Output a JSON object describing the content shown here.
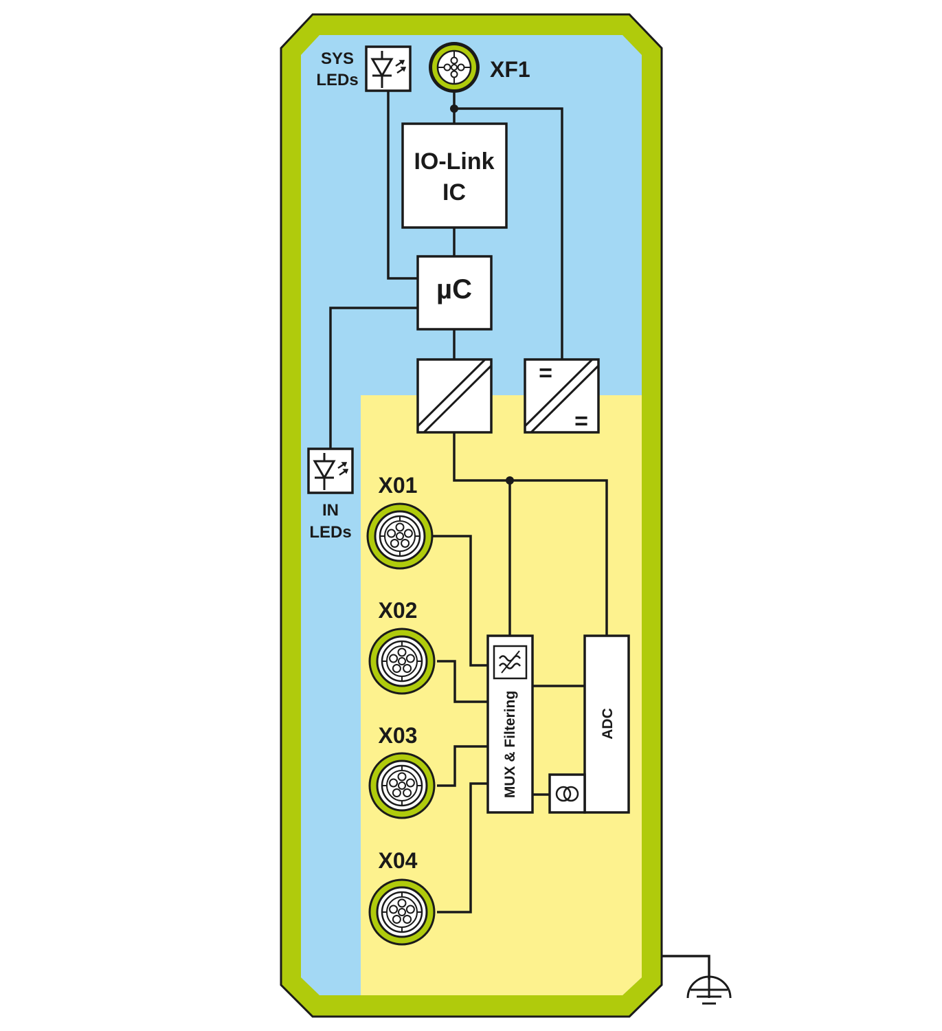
{
  "colors": {
    "housing": "#b0cb0c",
    "io_link_zone": "#a3d8f4",
    "analog_zone": "#fdf28e",
    "line": "#1a1a1a",
    "block_fill": "#ffffff"
  },
  "connectors": {
    "xf1": "XF1",
    "x01": "X01",
    "x02": "X02",
    "x03": "X03",
    "x04": "X04"
  },
  "blocks": {
    "io_link_ic_line1": "IO-Link",
    "io_link_ic_line2": "IC",
    "microcontroller": "µC",
    "mux_filtering": "MUX & Filtering",
    "adc": "ADC",
    "dc_dc_in": "=",
    "dc_dc_out": "="
  },
  "leds": {
    "sys_line1": "SYS",
    "sys_line2": "LEDs",
    "in_line1": "IN",
    "in_line2": "LEDs"
  },
  "icons": {
    "led": "led-icon",
    "connector": "m12-connector-icon",
    "filter": "filter-icon",
    "current_source": "current-source-icon",
    "ground": "ground-icon"
  }
}
